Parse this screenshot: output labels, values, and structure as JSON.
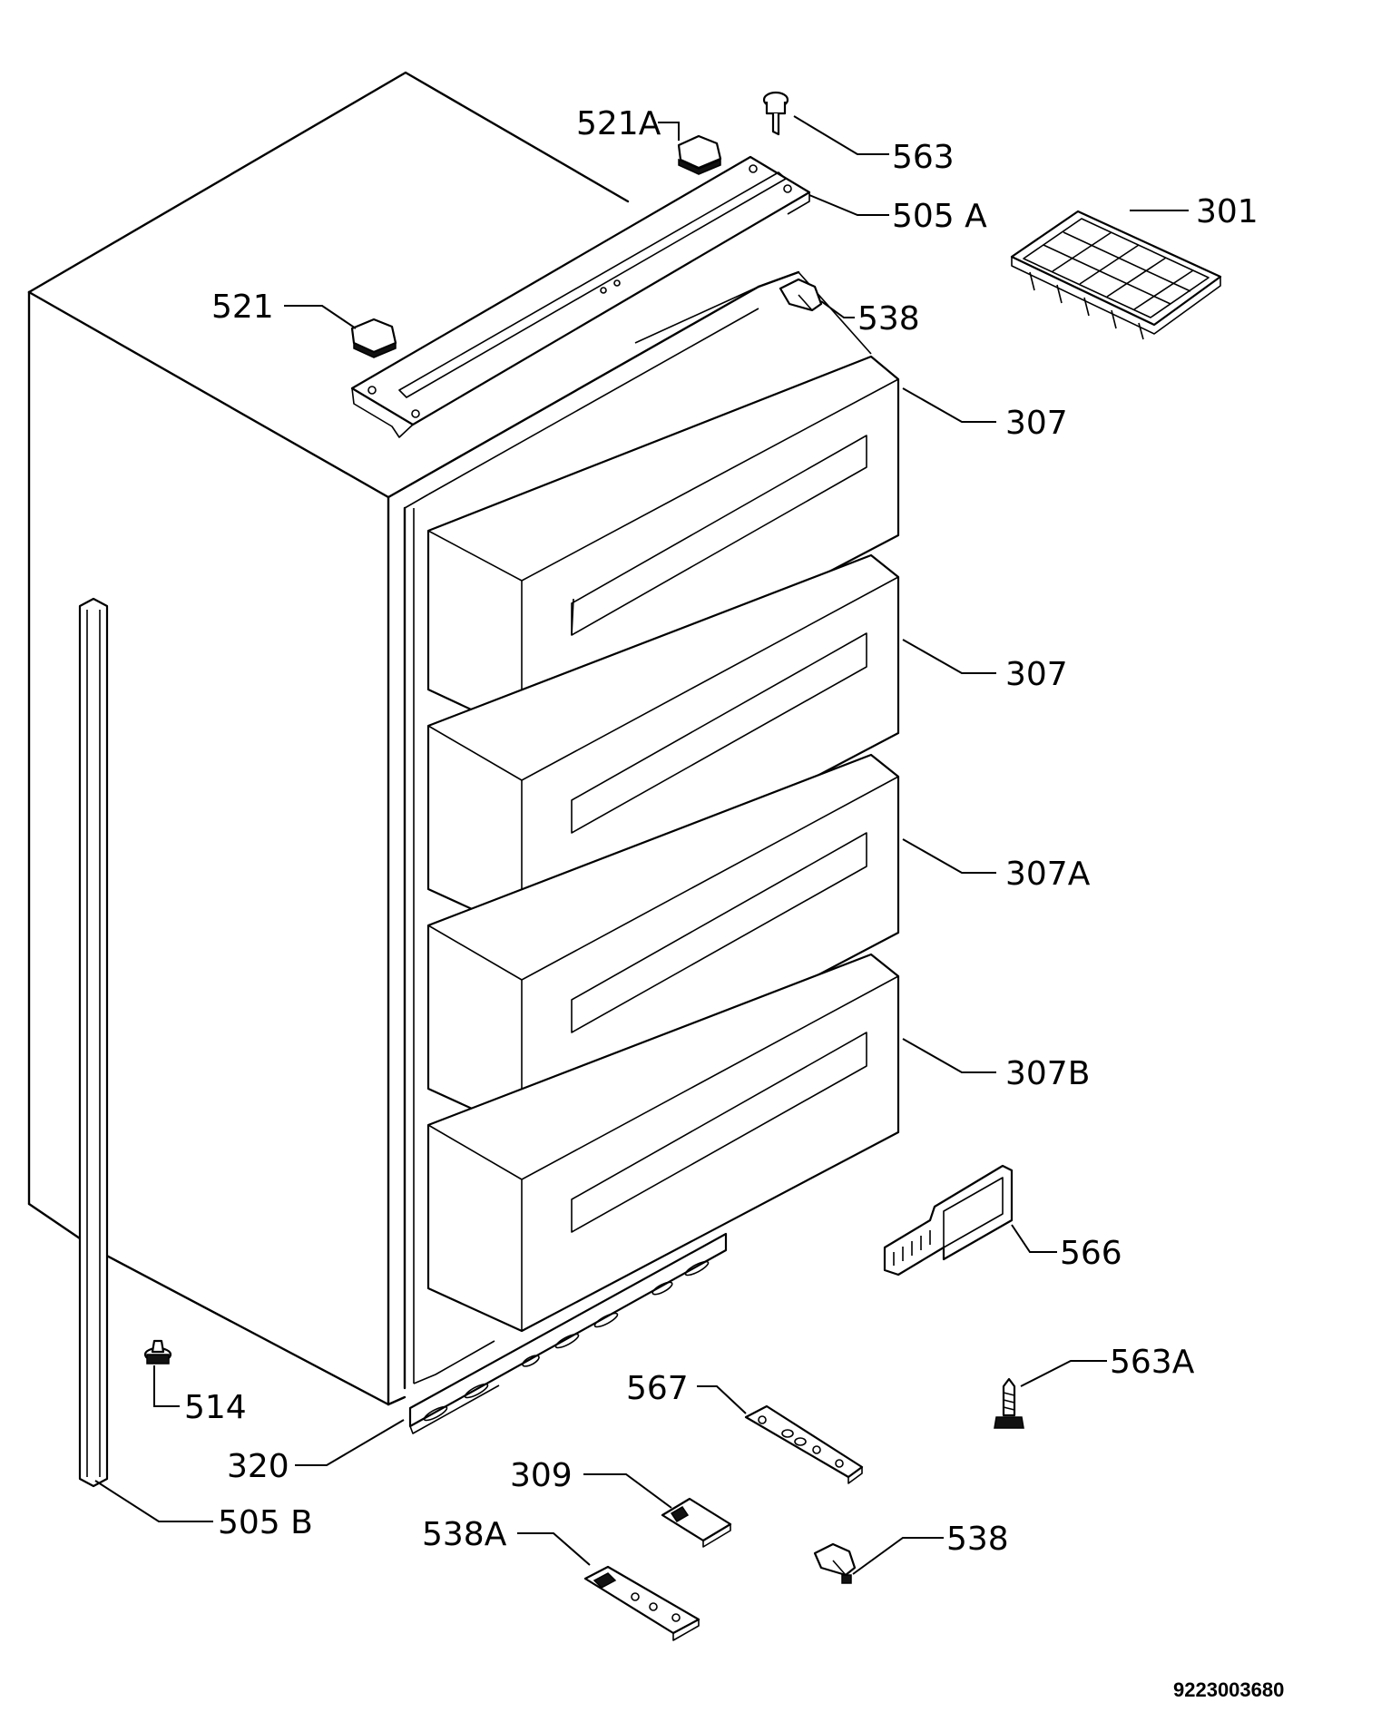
{
  "diagram": {
    "drawing_number": "9223003680",
    "labels": {
      "l521A": "521A",
      "l563": "563",
      "l505A": "505 A",
      "l301": "301",
      "l521": "521",
      "l538_top": "538",
      "l307_1": "307",
      "l307_2": "307",
      "l307A": "307A",
      "l307B": "307B",
      "l566": "566",
      "l563A": "563A",
      "l514": "514",
      "l567": "567",
      "l320": "320",
      "l309": "309",
      "l505B": "505 B",
      "l538A": "538A",
      "l538_bottom": "538"
    }
  }
}
